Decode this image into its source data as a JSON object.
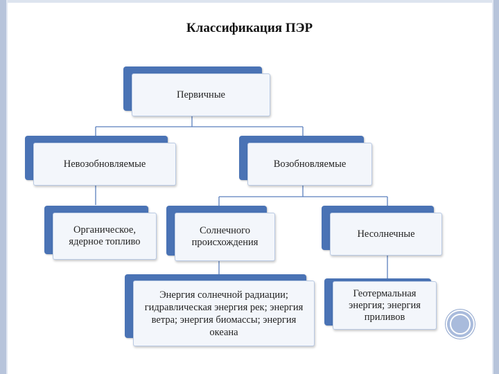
{
  "title": "Классификация ПЭР",
  "nodes": {
    "primary": "Первичные",
    "nonrenewable": "Невозобновляемые",
    "renewable": "Возобновляемые",
    "organic": "Органическое, ядерное топливо",
    "solar_origin": "Солнечного происхождения",
    "nonsolar": "Несолнечные",
    "solar_list": "Энергия солнечной радиации; гидравлическая энергия рек; энергия ветра; энергия биомассы; энергия океана",
    "geo": "Геотермальная энергия; энергия приливов"
  },
  "colors": {
    "tab": "#4a73b5",
    "card": "#f3f6fb",
    "connector": "#5a7fbd",
    "frame": "#b7c4db"
  }
}
